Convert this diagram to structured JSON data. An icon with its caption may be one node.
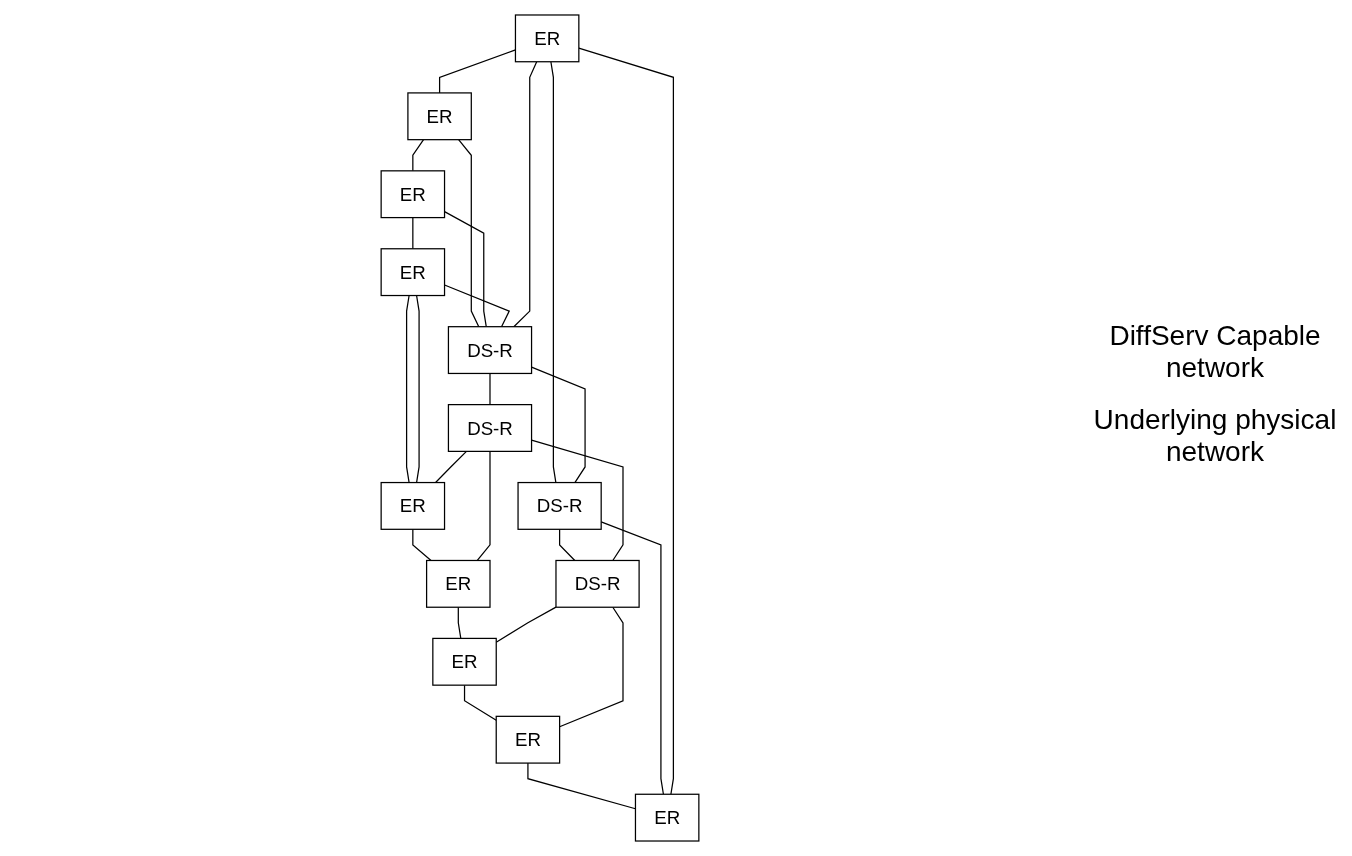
{
  "diagram": {
    "nodes": [
      {
        "text": [
          "ER"
        ]
      },
      {
        "text": [
          "ER"
        ]
      },
      {
        "text": [
          "ER"
        ]
      },
      {
        "text": [
          "ER"
        ]
      },
      {
        "text": [
          "DS-R"
        ]
      },
      {
        "text": [
          "DS-R"
        ]
      },
      {
        "text": [
          "ER"
        ]
      },
      {
        "text": [
          "ER"
        ]
      },
      {
        "text": [
          "DS-R"
        ]
      },
      {
        "text": [
          "DS-R"
        ]
      },
      {
        "text": [
          "ER"
        ]
      },
      {
        "text": [
          "ER"
        ]
      },
      {
        "text": [
          "ER"
        ]
      }
    ],
    "edges": [
      {
        "from": 0,
        "to": 1,
        "arrow": "none"
      },
      {
        "from": 1,
        "to": 3,
        "arrow": "none"
      },
      {
        "from": 3,
        "to": 6,
        "arrow": "none"
      },
      {
        "from": 6,
        "to": 11,
        "arrow": "none"
      },
      {
        "from": 11,
        "to": 12,
        "arrow": "none"
      },
      {
        "from": 12,
        "to": 10,
        "arrow": "none"
      },
      {
        "from": 10,
        "to": 7,
        "arrow": "none"
      },
      {
        "from": 7,
        "to": 2,
        "arrow": "none"
      },
      {
        "from": 2,
        "to": 0,
        "arrow": "none"
      },
      {
        "from": 6,
        "to": 11,
        "arrow": "none"
      },
      {
        "from": 1,
        "to": 5,
        "arrow": "none"
      },
      {
        "from": 3,
        "to": 5,
        "arrow": "none"
      },
      {
        "from": 6,
        "to": 5,
        "arrow": "none"
      },
      {
        "from": 0,
        "to": 5,
        "arrow": "none"
      },
      {
        "from": 0,
        "to": 4,
        "arrow": "none"
      },
      {
        "from": 5,
        "to": 4,
        "arrow": "none"
      },
      {
        "from": 4,
        "to": 2,
        "arrow": "none"
      },
      {
        "from": 4,
        "to": 8,
        "arrow": "none"
      },
      {
        "from": 5,
        "to": 9,
        "arrow": "none"
      },
      {
        "from": 8,
        "to": 7,
        "arrow": "none"
      },
      {
        "from": 8,
        "to": 10,
        "arrow": "none"
      },
      {
        "from": 9,
        "to": 8,
        "arrow": "none"
      },
      {
        "from": 9,
        "to": 11,
        "arrow": "none"
      },
      {
        "from": 9,
        "to": 12,
        "arrow": "none"
      }
    ],
    "labels": [
      "DiffServ Capable network",
      "Underlying physical network"
    ]
  }
}
